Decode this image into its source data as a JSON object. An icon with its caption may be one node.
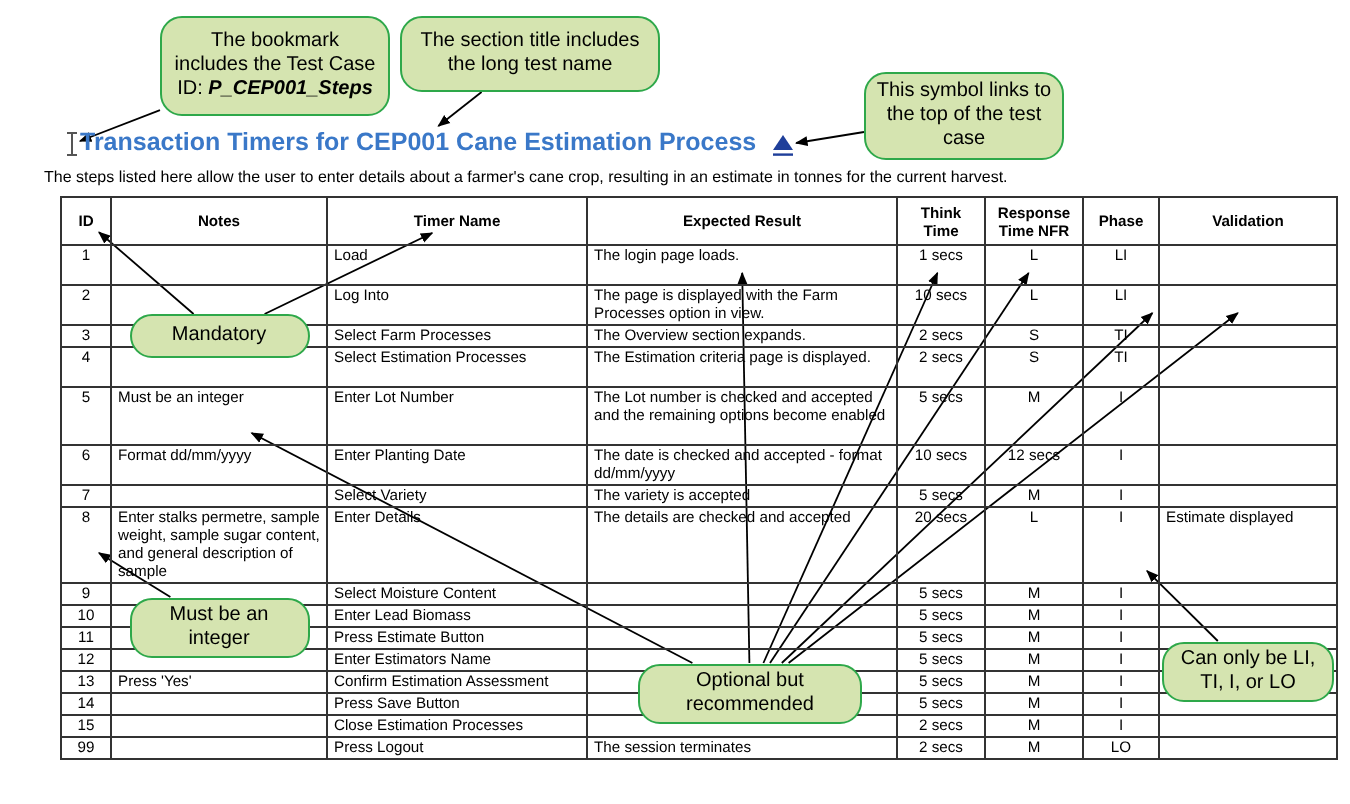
{
  "diagram": {
    "nodes": [
      {
        "text": [
          "The bookmark includes the Test Case ID: **P_CEP001_Steps**"
        ]
      },
      {
        "text": [
          "The section title includes the long test name"
        ]
      },
      {
        "text": [
          "This symbol links to the top of the test case"
        ]
      },
      {
        "text": [],
        "shape": "picture"
      },
      {
        "text": [
          "Transaction Timers for CEP001 Cane Estimation Process"
        ]
      },
      {
        "text": [],
        "shape": "triangle"
      },
      {
        "text": [
          "ID"
        ]
      },
      {
        "text": [
          "Timer Name"
        ]
      },
      {
        "text": [
          "The login page loads."
        ]
      },
      {
        "text": [
          "1 secs"
        ]
      },
      {
        "text": [
          "L"
        ]
      },
      {
        "text": [
          "LI"
        ]
      },
      {
        "text": [],
        "shape": "box"
      },
      {
        "text": [
          "Must be an integer"
        ]
      },
      {
        "text": [
          "8"
        ]
      },
      {
        "text": [
          "I"
        ]
      },
      {
        "text": [
          "Mandatory"
        ]
      },
      {
        "text": [
          "Optional but recommended"
        ]
      },
      {
        "text": [
          "Must be an integer"
        ]
      },
      {
        "text": [
          "Can only be LI, TI, I, or LO"
        ]
      }
    ],
    "edges": [
      {
        "from": 0,
        "to": 3,
        "arrow": "to"
      },
      {
        "from": 1,
        "to": 4,
        "arrow": "to"
      },
      {
        "from": 2,
        "to": 5,
        "arrow": "to"
      },
      {
        "from": 16,
        "to": 6,
        "arrow": "to"
      },
      {
        "from": 16,
        "to": 7,
        "arrow": "to"
      },
      {
        "from": 17,
        "to": 13,
        "arrow": "to"
      },
      {
        "from": 17,
        "to": 8,
        "arrow": "to"
      },
      {
        "from": 17,
        "to": 9,
        "arrow": "to"
      },
      {
        "from": 17,
        "to": 10,
        "arrow": "to"
      },
      {
        "from": 17,
        "to": 11,
        "arrow": "to"
      },
      {
        "from": 17,
        "to": 12,
        "arrow": "to"
      },
      {
        "from": 18,
        "to": 14,
        "arrow": "to"
      },
      {
        "from": 19,
        "to": 15,
        "arrow": "to"
      }
    ],
    "labels": [
      "The steps listed here allow the user to enter details about a farmer's cane crop, resulting in an estimate in tonnes for the current harvest.",
      "Notes",
      "Expected Result",
      "Think Time",
      "Response Time NFR",
      "Phase",
      "Validation",
      "1",
      "Load",
      "LI",
      "2",
      "Log Into",
      "The page is displayed with the Farm Processes option in view.",
      "10 secs",
      "L",
      "3",
      "Select Farm Processes",
      "The Overview section expands.",
      "2 secs",
      "S",
      "TI",
      "4",
      "Select Estimation Processes",
      "The Estimation criteria page is displayed.",
      "2 secs",
      "S",
      "TI",
      "5",
      "Enter Lot Number",
      "The Lot number is checked and accepted and the remaining options become enabled",
      "5 secs",
      "M",
      "I",
      "6",
      "Format dd/mm/yyyy",
      "Enter Planting Date",
      "The date is checked and accepted - format dd/mm/yyyy",
      "10 secs",
      "12 secs",
      "I",
      "7",
      "Select Variety",
      "The variety is accepted",
      "5 secs",
      "M",
      "I",
      "Enter stalks permetre, sample weight, sample sugar content, and general description of sample",
      "Enter Details",
      "The details are checked and accepted",
      "20 secs",
      "L",
      "Estimate displayed",
      "9",
      "Select Moisture Content",
      "5 secs",
      "M",
      "I",
      "10",
      "Enter Lead Biomass",
      "5 secs",
      "M",
      "I",
      "11",
      "Press Estimate Button",
      "5 secs",
      "M",
      "I",
      "12",
      "Enter Estimators Name",
      "5 secs",
      "M",
      "I",
      "13",
      "Press 'Yes'",
      "Confirm Estimation Assessment",
      "5 secs",
      "M",
      "I",
      "14",
      "Press Save Button",
      "5 secs",
      "M",
      "I",
      "15",
      "Close Estimation Processes",
      "2 secs",
      "M",
      "I",
      "99",
      "Press Logout",
      "The session terminates",
      "2 secs",
      "M",
      "LO"
    ]
  }
}
